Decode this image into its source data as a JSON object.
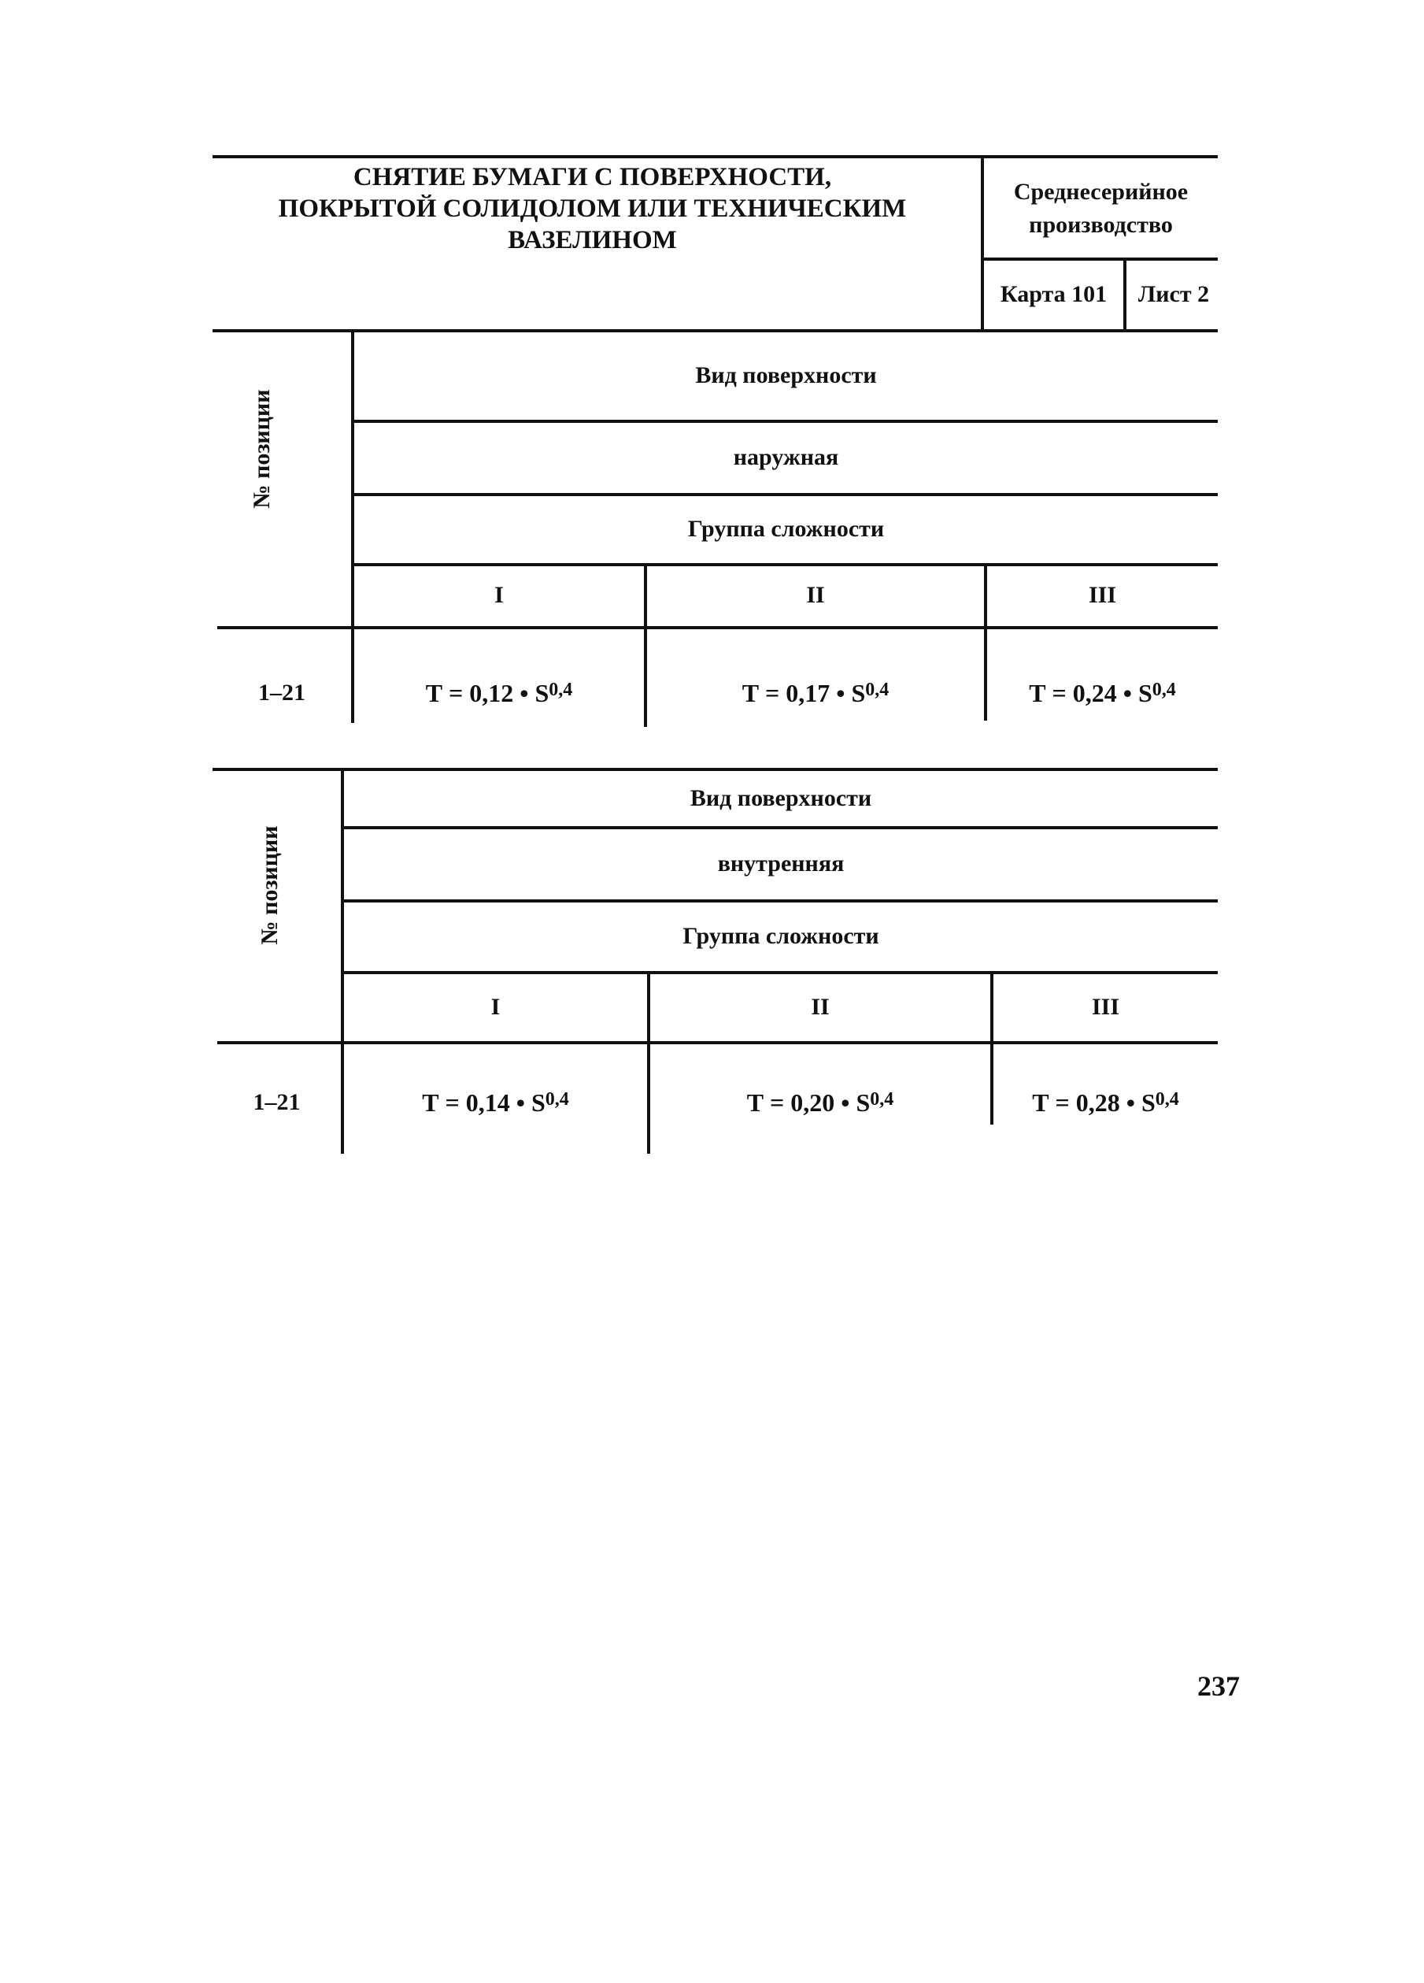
{
  "header": {
    "title_line1": "СНЯТИЕ БУМАГИ С ПОВЕРХНОСТИ,",
    "title_line2": "ПОКРЫТОЙ СОЛИДОЛОМ ИЛИ ТЕХНИЧЕСКИМ ВАЗЕЛИНОМ",
    "production_line1": "Среднесерийное",
    "production_line2": "производство",
    "card": "Карта 101",
    "sheet": "Лист 2"
  },
  "tables": [
    {
      "position_header": "№ позиции",
      "surface_label": "Вид поверхности",
      "surface_type": "наружная",
      "group_label": "Группа сложности",
      "groups": [
        "I",
        "II",
        "III"
      ],
      "rows": [
        {
          "position": "1–21",
          "formulas": [
            {
              "base": "Т = 0,12 • S",
              "exp": "0,4"
            },
            {
              "base": "Т = 0,17 • S",
              "exp": "0,4"
            },
            {
              "base": "Т = 0,24 • S",
              "exp": "0,4"
            }
          ]
        }
      ]
    },
    {
      "position_header": "№ позиции",
      "surface_label": "Вид поверхности",
      "surface_type": "внутренняя",
      "group_label": "Группа сложности",
      "groups": [
        "I",
        "II",
        "III"
      ],
      "rows": [
        {
          "position": "1–21",
          "formulas": [
            {
              "base": "Т = 0,14 • S",
              "exp": "0,4"
            },
            {
              "base": "Т = 0,20 • S",
              "exp": "0,4"
            },
            {
              "base": "Т = 0,28 • S",
              "exp": "0,4"
            }
          ]
        }
      ]
    }
  ],
  "page_number": "237"
}
